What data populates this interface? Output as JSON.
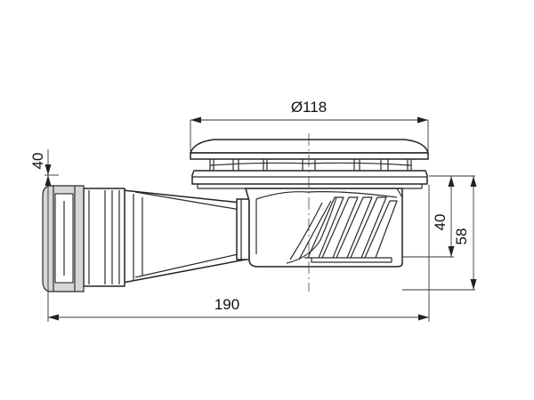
{
  "dimensions": {
    "diameter_label": "Ø118",
    "width_label": "190",
    "outlet_height_label": "40",
    "body_depth_label": "40",
    "total_height_label": "58"
  }
}
